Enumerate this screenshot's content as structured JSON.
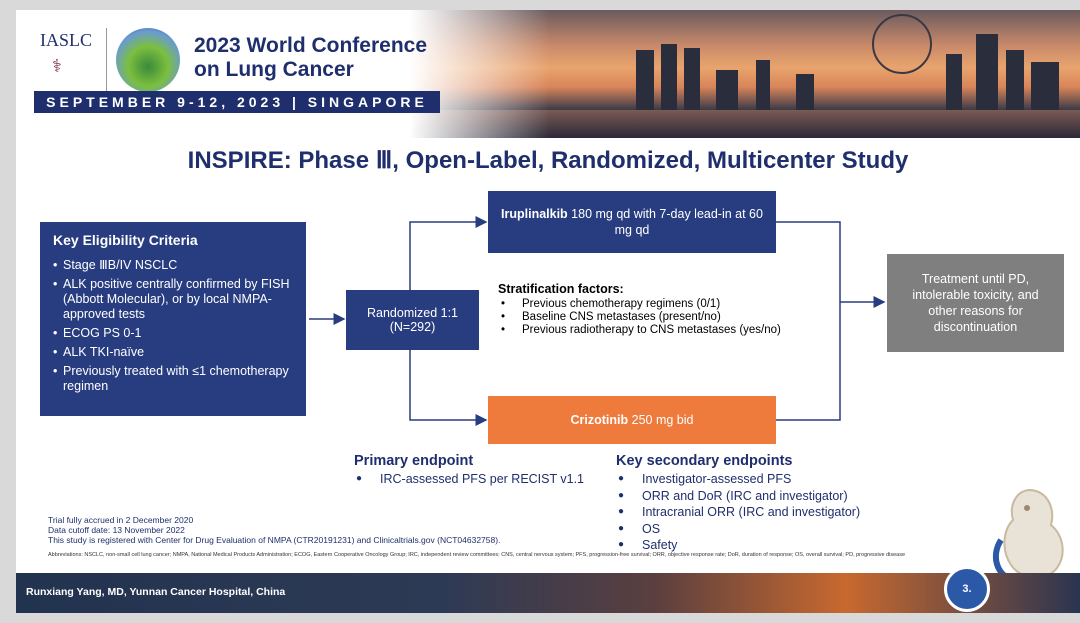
{
  "header": {
    "org": "IASLC",
    "conference_title": "2023 World Conference on Lung Cancer",
    "date_location": "SEPTEMBER 9-12, 2023 | SINGAPORE"
  },
  "slide": {
    "title": "INSPIRE: Phase Ⅲ, Open-Label, Randomized, Multicenter Study",
    "eligibility": {
      "heading": "Key Eligibility Criteria",
      "items": [
        "Stage ⅢB/IV NSCLC",
        "ALK positive centrally confirmed by FISH (Abbott Molecular), or by local NMPA-approved tests",
        "ECOG PS 0-1",
        "ALK TKI-naïve",
        "Previously treated with ≤1 chemotherapy regimen"
      ]
    },
    "randomization": {
      "line1": "Randomized 1:1",
      "line2": "(N=292)"
    },
    "arm_a": {
      "drug": "Iruplinalkib",
      "dose": " 180 mg qd with 7-day lead-in at 60 mg qd"
    },
    "arm_b": {
      "drug": "Crizotinib",
      "dose": " 250 mg bid"
    },
    "stratification": {
      "heading": "Stratification factors:",
      "items": [
        "Previous chemotherapy regimens (0/1)",
        "Baseline CNS metastases (present/no)",
        "Previous radiotherapy to CNS metastases (yes/no)"
      ]
    },
    "outcome": "Treatment until PD, intolerable toxicity, and other reasons for discontinuation",
    "primary_endpoint": {
      "heading": "Primary endpoint",
      "items": [
        "IRC-assessed PFS per RECIST v1.1"
      ]
    },
    "secondary_endpoints": {
      "heading": "Key secondary endpoints",
      "items": [
        "Investigator-assessed PFS",
        "ORR and DoR (IRC and investigator)",
        "Intracranial ORR (IRC and investigator)",
        "OS",
        "Safety"
      ]
    },
    "notes": [
      "Trial fully accrued in 2 December 2020",
      "Data cutoff date: 13 November 2022",
      "This study is registered with Center for Drug Evaluation of NMPA (CTR20191231) and Clinicaltrials.gov (NCT04632758)."
    ],
    "abbreviations": "Abbreviations: NSCLC, non-small cell lung cancer; NMPA, National Medical Products Administration; ECOG, Eastern Cooperative Oncology Group; IRC, independent review committees; CNS, central nervous system; PFS, progression-free survival; ORR, objective response rate; DoR, duration of response; OS, overall survival; PD, progressive disease",
    "presenter": "Runxiang Yang, MD, Yunnan Cancer Hospital, China",
    "page_number": "3."
  },
  "colors": {
    "navy": "#283c80",
    "orange": "#ee7a3c",
    "gray": "#7f7f7f",
    "title": "#1f2f6d"
  }
}
